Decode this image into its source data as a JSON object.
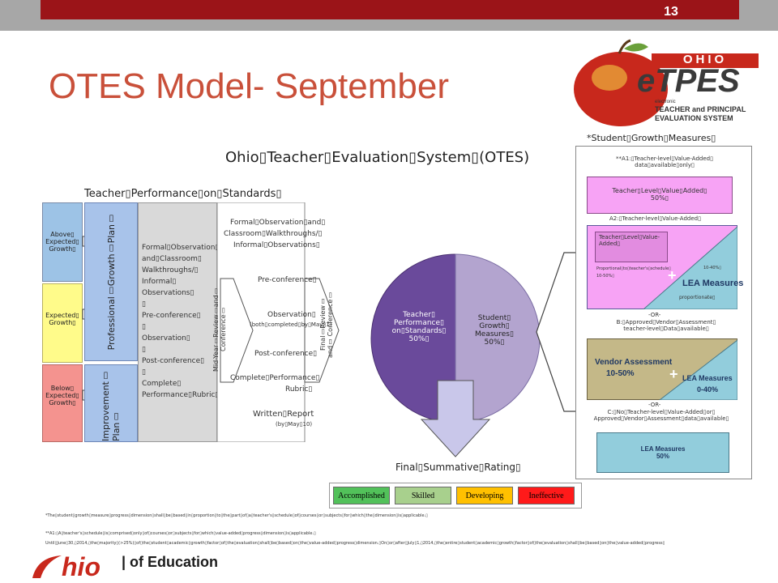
{
  "header": {
    "slide_number": "13"
  },
  "title": "OTES Model- September",
  "logo": {
    "brand_top": "OHIO",
    "brand_main": "eTPES",
    "brand_small": "electronic",
    "brand_sub1": "TEACHER and PRINCIPAL",
    "brand_sub2": "EVALUATION SYSTEM"
  },
  "diagram": {
    "main_title": "Ohio▯Teacher▯Evaluation▯System▯(OTES)",
    "perf_heading": "Teacher▯Performance▯on▯Standards▯",
    "growth_levels": [
      {
        "label": "Above▯ Expected▯ Growth▯",
        "color": "#9dc3e6"
      },
      {
        "label": "Expected▯ Growth▯",
        "color": "#fffb8a"
      },
      {
        "label": "Below▯ Expected▯ Growth▯",
        "color": "#f4938f"
      }
    ],
    "plans": {
      "professional": "Professional▯Growth▯Plan▯",
      "improvement": "Improvement▯ Plan▯"
    },
    "process_lines": [
      "Formal▯Observation▯",
      "and▯Classroom▯",
      "Walkthroughs/▯",
      "Informal▯",
      "Observations▯",
      "▯",
      "Pre-conference▯",
      "▯",
      "Observation▯",
      "▯",
      "Post-conference▯",
      "▯",
      "Complete▯",
      "Performance▯Rubric▯"
    ],
    "flow_top": [
      "Formal▯Observation▯and▯",
      "Classroom▯Walkthroughs/▯",
      "Informal▯Observations▯"
    ],
    "flow_pre": "Pre-conference▯",
    "flow_obs": "Observation▯",
    "flow_obs_note": "(both▯completed▯by▯May▯1)",
    "flow_post": "Post-conference▯",
    "flow_rubric": [
      "Complete▯Performance▯",
      "Rubric▯"
    ],
    "flow_written": "Written▯Report",
    "flow_written_note": "(by▯May▯10)",
    "mid_review": "Mid-Year▯Review▯and▯ Conference▯",
    "final_review": "Final▯Review▯ and▯ Conference▯",
    "pie_left": "Teacher▯ Performance▯ on▯Standards▯ 50%▯",
    "pie_right": "Student▯ Growth▯ Measures▯ 50%▯",
    "final_rating": "Final▯Summative▯Rating▯",
    "ratings": [
      {
        "label": "Accomplished",
        "color": "#52c15a"
      },
      {
        "label": "Skilled",
        "color": "#a8d08d"
      },
      {
        "label": "Developing",
        "color": "#ffc000"
      },
      {
        "label": "Ineffective",
        "color": "#ff1a1a"
      }
    ]
  },
  "sgm": {
    "heading": "*Student▯Growth▯Measures▯",
    "a1_note": "**A1:▯Teacher-level▯Value-Added▯ data▯available▯only▯",
    "a1_box": "Teacher▯Level▯Value▯Added▯ 50%▯",
    "a2_note": "A2:▯Teacher-level▯Value-Added▯",
    "a2_box": "Teacher▯Level▯Value-Added▯",
    "a2_prop": "Proportional▯to▯teacher's▯schedule▯ 10-50%▯",
    "a2_pct": "10-40%▯",
    "a2_prop2": "proportionate▯",
    "lea": "LEA Measures",
    "or1": "-OR-",
    "b_note": "B:▯Approved▯Vendor▯Assessment▯ teacher-level▯Data▯available▯",
    "vendor": "Vendor Assessment",
    "vendor_pct": "10-50%",
    "lea2_pct": "0-40%",
    "or2": "-OR-",
    "c_note": "C:▯No▯Teacher-level▯Value-Added▯or▯ Approved▯Vendor▯Assessment▯data▯available▯",
    "lea3": "LEA Measures",
    "lea3_pct": "50%"
  },
  "footnotes": [
    "*The▯student▯growth▯measure▯progress▯dimension▯shall▯be▯based▯in▯proportion▯to▯the▯part▯of▯a▯teacher's▯schedule▯of▯courses▯or▯subjects▯for▯which▯the▯dimension▯is▯applicable.▯",
    "**A1:▯A▯teacher's▯schedule▯is▯comprised▯only▯of▯courses▯or▯subjects▯for▯which▯value-added▯progress▯dimension▯is▯applicable.▯",
    "Until▯June▯30,▯2014,▯the▯majority▯(>25%)▯of▯the▯student▯academic▯growth▯factor▯of▯the▯evaluation▯shall▯be▯based▯on▯the▯value-added▯progress▯dimension.▯On▯or▯after▯July▯1,▯2014,▯the▯entire▯student▯academic▯growth▯factor▯of▯the▯evaluation▯shall▯be▯based▯on▯the▯value-added▯progress▯"
  ],
  "footer": {
    "brand": "hio",
    "dept": "| of Education"
  }
}
